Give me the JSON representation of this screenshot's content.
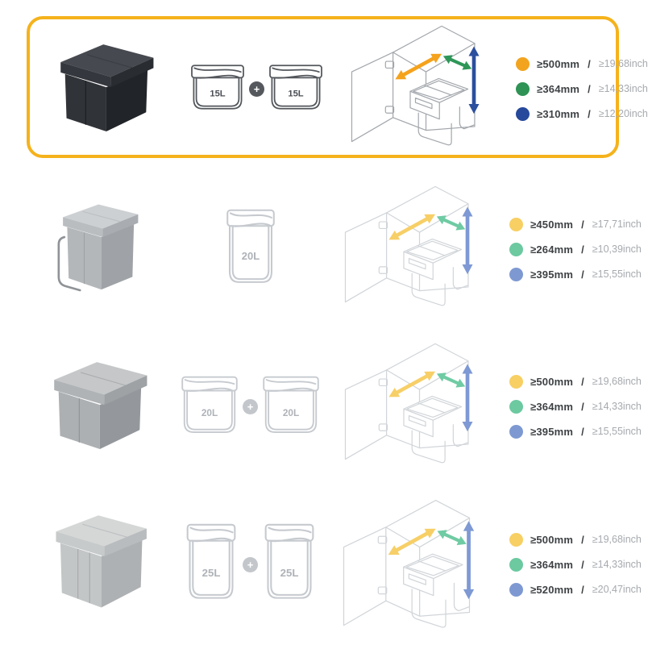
{
  "symbols": {
    "plus": "+"
  },
  "highlight": {
    "border_color": "#F5B21B",
    "selected_row": 1
  },
  "rows": [
    {
      "state": "active",
      "product_icon": "anthracite-double-waste-bin",
      "containers": [
        "15L",
        "15L"
      ],
      "specs": [
        {
          "color": "#F2A41F",
          "mm": "≥500mm",
          "sep": "/",
          "inch": "≥19,68inch"
        },
        {
          "color": "#2E9355",
          "mm": "≥364mm",
          "sep": "/",
          "inch": "≥14,33inch"
        },
        {
          "color": "#27499B",
          "mm": "≥310mm",
          "sep": "/",
          "inch": "≥12,20inch"
        }
      ],
      "arrows": {
        "width": "#F5A21D",
        "depth": "#2E9758",
        "height": "#2C4F9E"
      }
    },
    {
      "state": "muted",
      "product_icon": "gray-single-waste-bin",
      "containers": [
        "20L"
      ],
      "specs": [
        {
          "color": "#F7CF63",
          "mm": "≥450mm",
          "sep": "/",
          "inch": "≥17,71inch"
        },
        {
          "color": "#6CC9A0",
          "mm": "≥264mm",
          "sep": "/",
          "inch": "≥10,39inch"
        },
        {
          "color": "#7E99D2",
          "mm": "≥395mm",
          "sep": "/",
          "inch": "≥15,55inch"
        }
      ],
      "arrows": {
        "width": "#F7CF67",
        "depth": "#6FCBA3",
        "height": "#7E99D4"
      }
    },
    {
      "state": "muted",
      "product_icon": "gray-double-waste-bin",
      "containers": [
        "20L",
        "20L"
      ],
      "specs": [
        {
          "color": "#F7CF63",
          "mm": "≥500mm",
          "sep": "/",
          "inch": "≥19,68inch"
        },
        {
          "color": "#6CC9A0",
          "mm": "≥364mm",
          "sep": "/",
          "inch": "≥14,33inch"
        },
        {
          "color": "#7E99D2",
          "mm": "≥395mm",
          "sep": "/",
          "inch": "≥15,55inch"
        }
      ],
      "arrows": {
        "width": "#F7CF67",
        "depth": "#6FCBA3",
        "height": "#7E99D4"
      }
    },
    {
      "state": "muted",
      "product_icon": "light-gray-double-waste-bin",
      "containers": [
        "25L",
        "25L"
      ],
      "specs": [
        {
          "color": "#F7CF63",
          "mm": "≥500mm",
          "sep": "/",
          "inch": "≥19,68inch"
        },
        {
          "color": "#6CC9A0",
          "mm": "≥364mm",
          "sep": "/",
          "inch": "≥14,33inch"
        },
        {
          "color": "#7E99D2",
          "mm": "≥520mm",
          "sep": "/",
          "inch": "≥20,47inch"
        }
      ],
      "arrows": {
        "width": "#F7CF67",
        "depth": "#6FCBA3",
        "height": "#7E99D4"
      }
    }
  ]
}
